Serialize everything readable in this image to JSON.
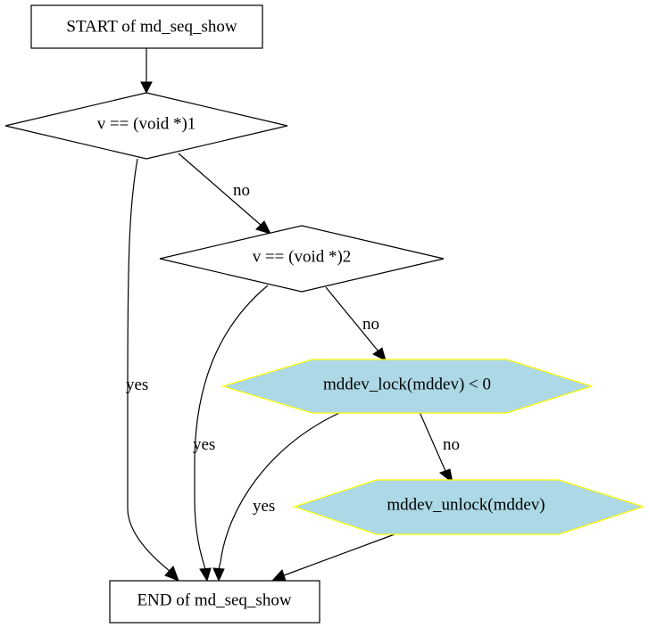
{
  "nodes": {
    "start": {
      "label": "START of md_seq_show"
    },
    "cond1": {
      "label": "v == (void *)1"
    },
    "cond2": {
      "label": "v == (void *)2"
    },
    "lock": {
      "label": "mddev_lock(mddev) < 0"
    },
    "unlock": {
      "label": "mddev_unlock(mddev)"
    },
    "end": {
      "label": "END of md_seq_show"
    }
  },
  "edges": {
    "cond1_no": {
      "label": "no"
    },
    "cond1_yes": {
      "label": "yes"
    },
    "cond2_no": {
      "label": "no"
    },
    "cond2_yes": {
      "label": "yes"
    },
    "lock_no": {
      "label": "no"
    },
    "lock_yes": {
      "label": "yes"
    }
  },
  "colors": {
    "action_fill": "#add8e6",
    "action_stroke": "#ffff00",
    "box_stroke": "#000000"
  }
}
